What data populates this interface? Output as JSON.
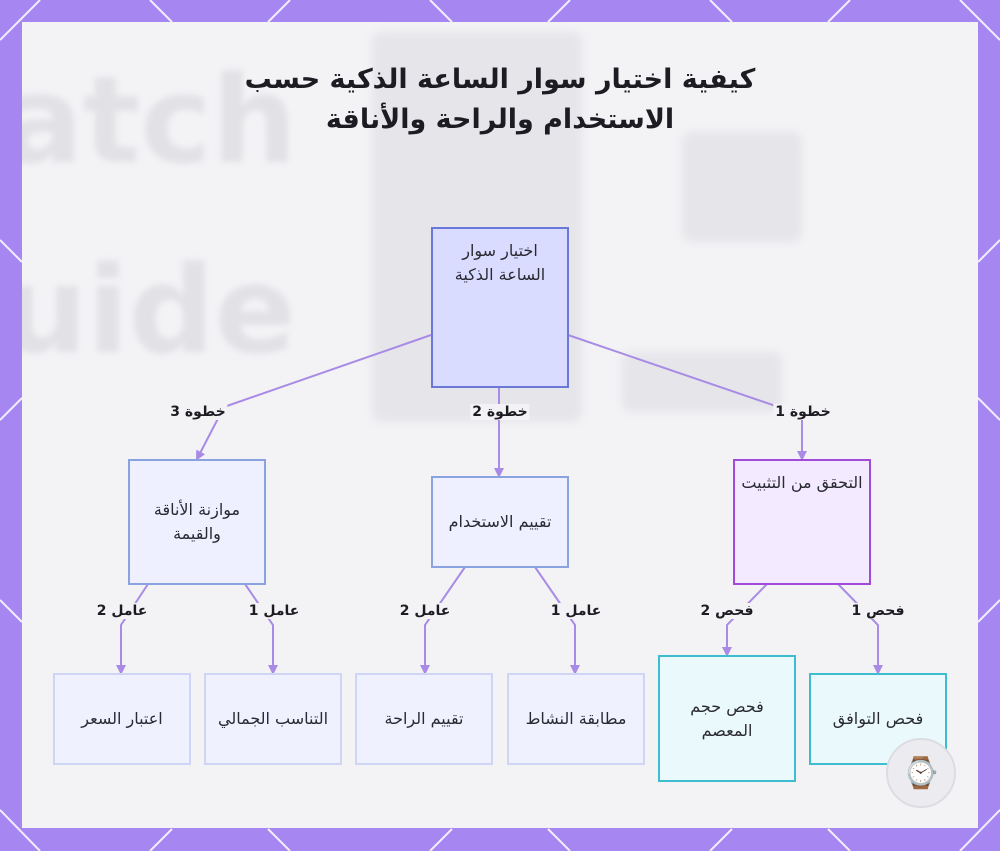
{
  "title": "كيفية اختيار سوار الساعة الذكية حسب الاستخدام والراحة والأناقة",
  "background": {
    "word_1": "atch",
    "word_2": "uide"
  },
  "nodes": {
    "root": "اختيار سوار الساعة الذكية",
    "step_1": "التحقق من التثبيت",
    "step_2": "تقييم الاستخدام",
    "step_3": "موازنة الأناقة والقيمة",
    "leaf_compat": "فحص التوافق",
    "leaf_wrist": "فحص حجم المعصم",
    "leaf_activity": "مطابقة النشاط",
    "leaf_comfort": "تقييم الراحة",
    "leaf_aesthetic": "التناسب الجمالي",
    "leaf_price": "اعتبار السعر"
  },
  "edge_labels": {
    "step_1": "خطوة 1",
    "step_2": "خطوة 2",
    "step_3": "خطوة 3",
    "check_1": "فحص 1",
    "check_2": "فحص 2",
    "factor_1_a": "عامل 1",
    "factor_2_a": "عامل 2",
    "factor_1_b": "عامل 1",
    "factor_2_b": "عامل 2"
  },
  "colors": {
    "frame": "#a687f2",
    "edge": "#a98be6",
    "root_fill": "#dadcff",
    "step_1_border": "#a24ad9",
    "leaf_cyan_border": "#3fbdd0"
  },
  "watermark_icon": "watch-icon"
}
